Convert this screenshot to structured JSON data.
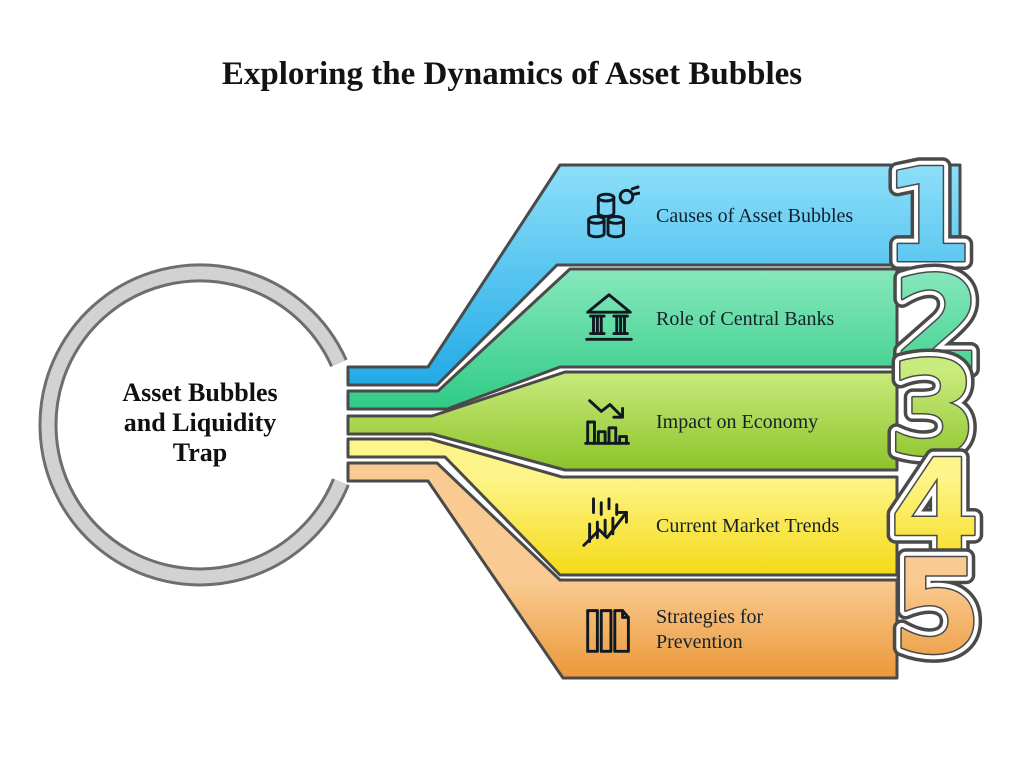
{
  "title": "Exploring the Dynamics of Asset Bubbles",
  "center": {
    "label": "Asset Bubbles and Liquidity Trap",
    "lines": [
      "Asset Bubbles",
      "and Liquidity",
      "Trap"
    ]
  },
  "items": [
    {
      "number": "1",
      "label": "Causes of Asset Bubbles",
      "label_lines": [
        "Causes of Asset Bubbles"
      ],
      "icon": "economic-bubbles-icon",
      "color_light": "#8ddff9",
      "color_dark": "#1fa9e6"
    },
    {
      "number": "2",
      "label": "Role of Central Banks",
      "label_lines": [
        "Role of Central Banks"
      ],
      "icon": "bank-icon",
      "color_light": "#88e8bd",
      "color_dark": "#2ecb85"
    },
    {
      "number": "3",
      "label": "Impact on Economy",
      "label_lines": [
        "Impact on Economy"
      ],
      "icon": "declining-chart-icon",
      "color_light": "#c9ea7c",
      "color_dark": "#8cc42a"
    },
    {
      "number": "4",
      "label": "Current Market Trends",
      "label_lines": [
        "Current Market Trends"
      ],
      "icon": "market-trend-icon",
      "color_light": "#fdf58a",
      "color_dark": "#f5da18"
    },
    {
      "number": "5",
      "label": "Strategies for Prevention",
      "label_lines": [
        "Strategies for",
        "Prevention"
      ],
      "icon": "strategy-books-icon",
      "color_light": "#f9cb92",
      "color_dark": "#eb9838"
    }
  ],
  "colors": {
    "background": "#ffffff",
    "outline": "#4a4a4a",
    "ring_fill": "#d2d2d2",
    "ring_stroke": "#6e6e6e",
    "number_gap": "#ffffff",
    "label_text": "#15202b",
    "title_text": "#131313"
  }
}
